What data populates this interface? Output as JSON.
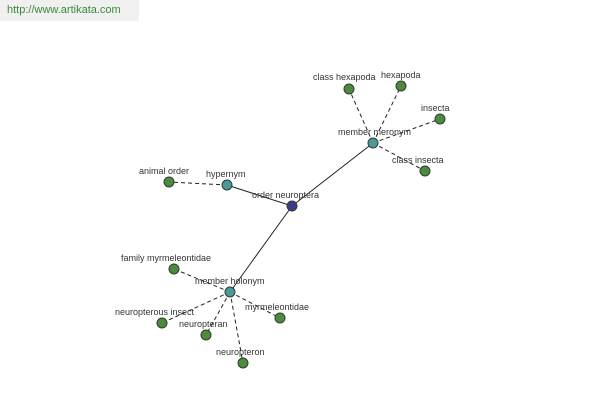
{
  "watermark": "http://www.artikata.com",
  "colors": {
    "root": "#3b3b8c",
    "relation": "#4a9a9a",
    "leaf": "#4e8a3e"
  },
  "nodes": {
    "root": "order neuroptera",
    "hypernym": "hypernym",
    "member_meronym": "member meronym",
    "member_holonym": "member holonym",
    "animal_order": "animal order",
    "class_hexapoda": "class hexapoda",
    "hexapoda": "hexapoda",
    "insecta": "insecta",
    "class_insecta": "class insecta",
    "family_myrmeleontidae": "family myrmeleontidae",
    "neuropterous_insect": "neuropterous insect",
    "neuropteran": "neuropteran",
    "myrmeleontidae": "myrmeleontidae",
    "neuropteron": "neuropteron"
  }
}
